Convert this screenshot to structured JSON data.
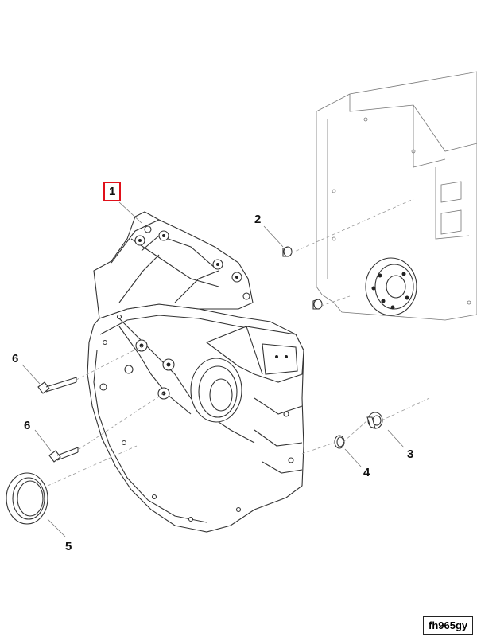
{
  "callouts": [
    {
      "id": "1",
      "label": "1",
      "highlighted": true
    },
    {
      "id": "2",
      "label": "2",
      "highlighted": false
    },
    {
      "id": "3",
      "label": "3",
      "highlighted": false
    },
    {
      "id": "4",
      "label": "4",
      "highlighted": false
    },
    {
      "id": "5",
      "label": "5",
      "highlighted": false
    },
    {
      "id": "6a",
      "label": "6",
      "highlighted": false
    },
    {
      "id": "6b",
      "label": "6",
      "highlighted": false
    }
  ],
  "figure_code": "fh965gy",
  "colors": {
    "highlight_border": "#e0101a",
    "line": "#333333"
  }
}
